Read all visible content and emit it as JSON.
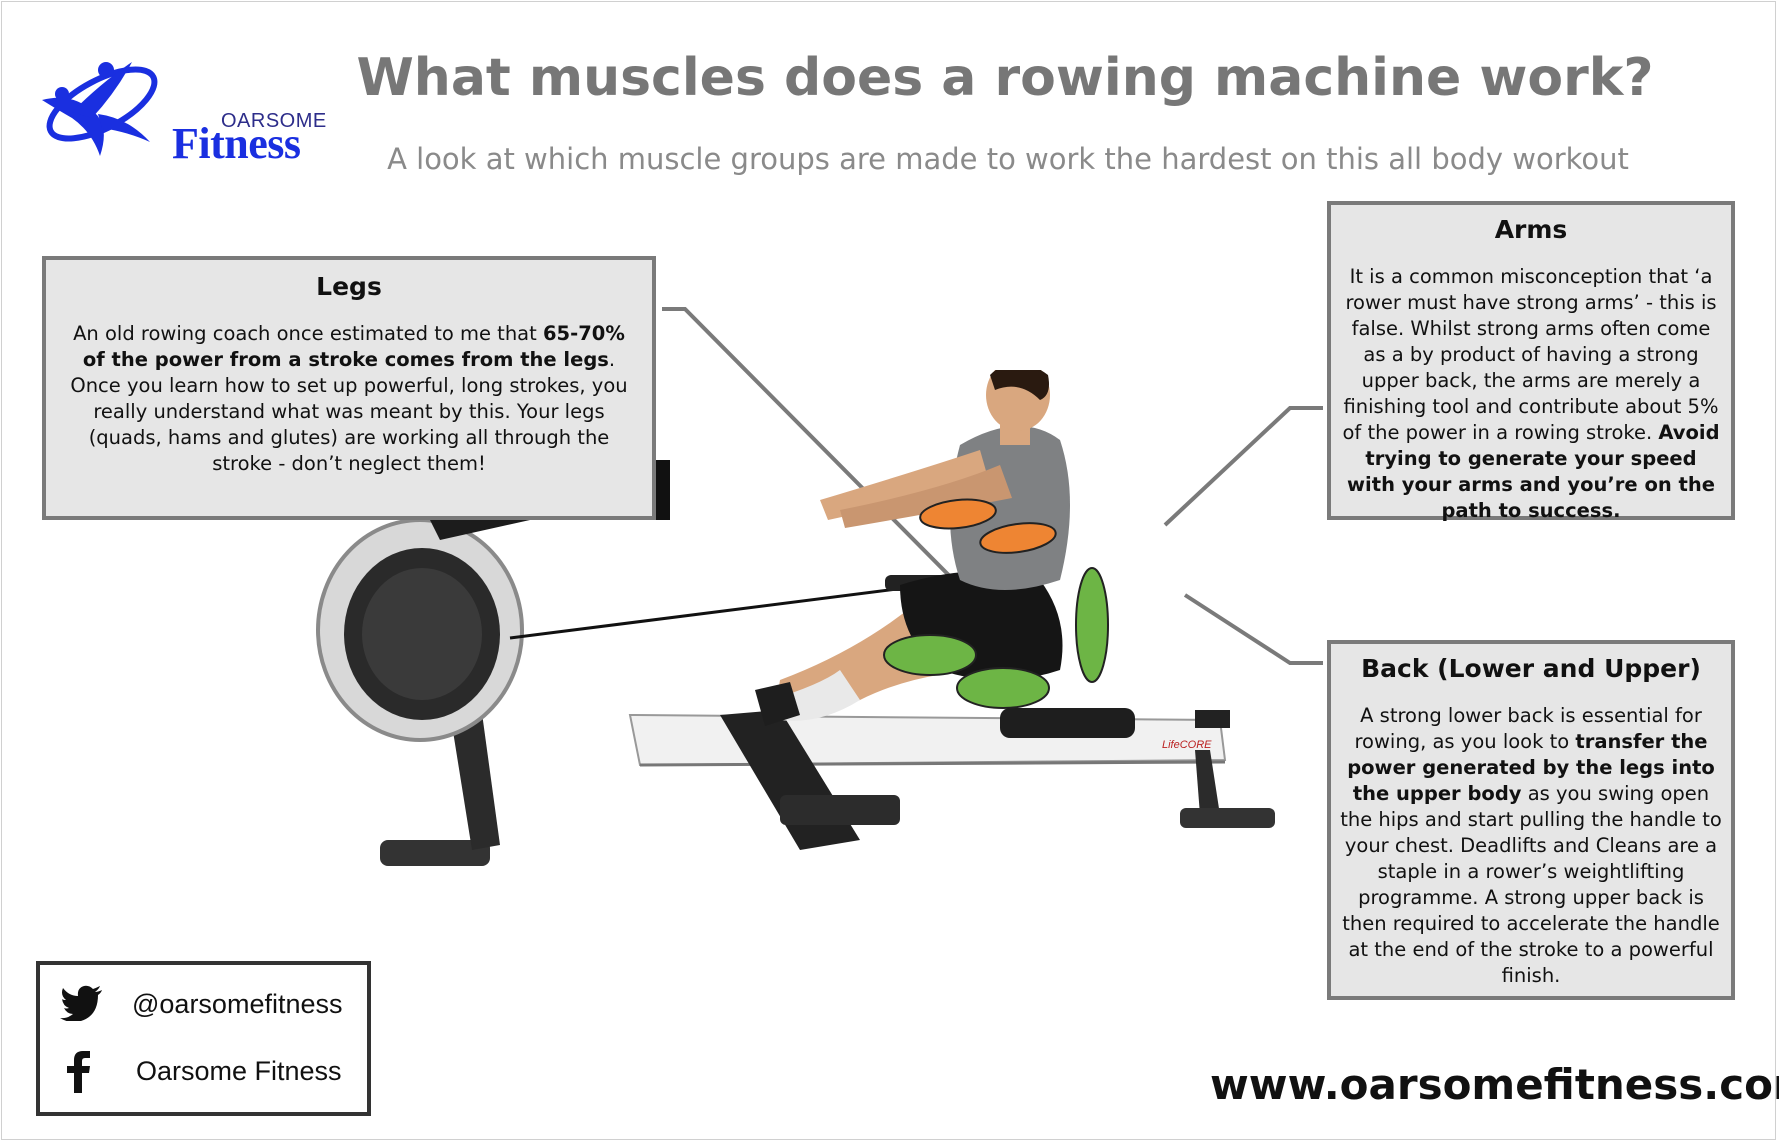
{
  "header": {
    "title": "What muscles does a rowing machine work?",
    "subtitle": "A look at which muscle groups are made to work the hardest on this all body workout"
  },
  "logo": {
    "top_text": "OARSOME",
    "main_text": "Fitness",
    "icon": "swimmer-swoosh-logo-icon"
  },
  "panels": {
    "legs": {
      "heading": "Legs",
      "text_before": "An old rowing coach once estimated to me that ",
      "text_bold": "65-70% of the power from a stroke comes from the legs",
      "text_after": ". Once you learn how to set up powerful, long strokes, you really understand what was meant by this. Your legs (quads, hams and glutes) are working all through the stroke - don’t neglect them!"
    },
    "arms": {
      "heading": "Arms",
      "text_before": "It is a common misconception that ‘a rower must have strong arms’ - this is false. Whilst strong arms often come as a by product of having a strong upper back, the arms are merely a finishing tool and contribute about 5% of the power in a rowing stroke. ",
      "text_bold": "Avoid trying to generate your speed with your arms and you’re on the path to success."
    },
    "back": {
      "heading": "Back (Lower and Upper)",
      "text_before": "A strong lower back is essential for rowing, as you look to ",
      "text_bold": "transfer the power generated by the legs into the upper body",
      "text_after": " as you swing open the hips and start pulling the handle to your chest. Deadlifts and Cleans are a staple in a rower’s weightlifting programme. A strong upper back is then required to accelerate the handle at the end of the stroke to a powerful finish."
    }
  },
  "image": {
    "description_icon": "rowing-machine-athlete-illustration",
    "brand_label": "LifeCORE",
    "highlight_colors": {
      "arms": "#ee8533",
      "legs_back": "#6db545"
    }
  },
  "social": {
    "twitter_icon": "twitter-bird-icon",
    "twitter_handle": "@oarsomefitness",
    "facebook_icon": "facebook-f-icon",
    "facebook_name": "Oarsome Fitness"
  },
  "footer": {
    "website": "www.oarsomefitness.com"
  },
  "colors": {
    "title": "#777777",
    "panel_bg": "#e6e6e6",
    "panel_border": "#7a7a7a",
    "connector": "#7a7a7a",
    "logo_blue": "#1a2fe0"
  }
}
